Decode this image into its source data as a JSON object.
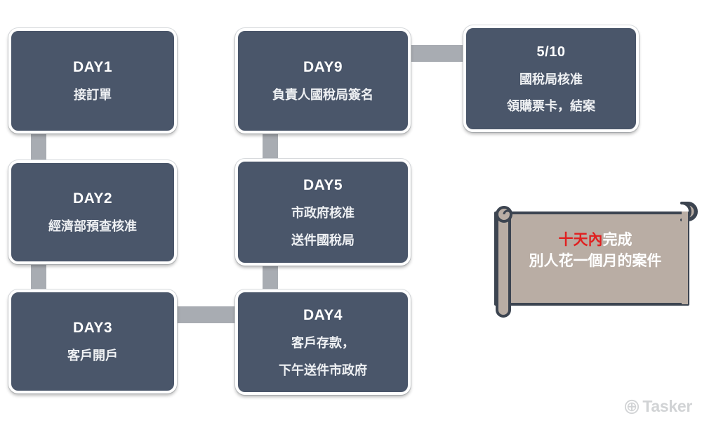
{
  "page": {
    "background": "#ffffff",
    "node_fill": "#4a566a",
    "connector_color": "#a8acb2",
    "scroll_fill": "#b9ada4",
    "scroll_outline": "#3c4450",
    "highlight_color": "#e02020"
  },
  "flow": {
    "nodes": [
      {
        "id": "day1",
        "day": "DAY1",
        "lines": [
          "接訂單"
        ]
      },
      {
        "id": "day2",
        "day": "DAY2",
        "lines": [
          "經濟部預查核准"
        ]
      },
      {
        "id": "day3",
        "day": "DAY3",
        "lines": [
          "客戶開戶"
        ]
      },
      {
        "id": "day4",
        "day": "DAY4",
        "lines": [
          "客戶存款，",
          "下午送件市政府"
        ]
      },
      {
        "id": "day5",
        "day": "DAY5",
        "lines": [
          "市政府核准",
          "送件國稅局"
        ]
      },
      {
        "id": "day9",
        "day": "DAY9",
        "lines": [
          "負責人國稅局簽名"
        ]
      },
      {
        "id": "final",
        "day": "5/10",
        "lines": [
          "國稅局核准",
          "領購票卡，結案"
        ]
      }
    ],
    "connectors": [
      {
        "id": "conn-1-2",
        "from": "day1",
        "to": "day2",
        "orientation": "vertical"
      },
      {
        "id": "conn-2-3",
        "from": "day2",
        "to": "day3",
        "orientation": "vertical"
      },
      {
        "id": "conn-3-4",
        "from": "day3",
        "to": "day4",
        "orientation": "horizontal"
      },
      {
        "id": "conn-4-5",
        "from": "day4",
        "to": "day5",
        "orientation": "vertical"
      },
      {
        "id": "conn-5-9",
        "from": "day5",
        "to": "day9",
        "orientation": "vertical"
      },
      {
        "id": "conn-9-f",
        "from": "day9",
        "to": "final",
        "orientation": "horizontal"
      }
    ]
  },
  "scroll": {
    "line1_highlight": "十天內",
    "line1_rest": "完成",
    "line2": "別人花一個月的案件"
  },
  "watermark": {
    "brand": "Tasker",
    "icon": "tasker-emblem-icon"
  }
}
